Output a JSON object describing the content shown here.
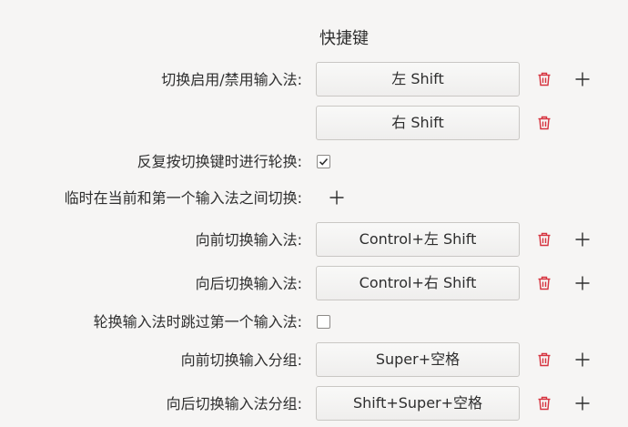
{
  "section_title": "快捷键",
  "colors": {
    "delete_icon": "#d6323e",
    "add_icon": "#2e2e2e",
    "check": "#2e2e2e"
  },
  "rows": {
    "toggle_im": {
      "label": "切换启用/禁用输入法:",
      "key1": "左 Shift",
      "key2": "右 Shift"
    },
    "enumerate_on_repeat": {
      "label": "反复按切换键时进行轮换:",
      "checked": true
    },
    "temp_switch": {
      "label": "临时在当前和第一个输入法之间切换:"
    },
    "forward_im": {
      "label": "向前切换输入法:",
      "key": "Control+左 Shift"
    },
    "backward_im": {
      "label": "向后切换输入法:",
      "key": "Control+右 Shift"
    },
    "skip_first": {
      "label": "轮换输入法时跳过第一个输入法:",
      "checked": false
    },
    "forward_group": {
      "label": "向前切换输入分组:",
      "key": "Super+空格"
    },
    "backward_group": {
      "label": "向后切换输入法分组:",
      "key": "Shift+Super+空格"
    }
  },
  "icons": {
    "delete": "trash-icon",
    "add": "plus-icon",
    "check": "check-icon"
  }
}
